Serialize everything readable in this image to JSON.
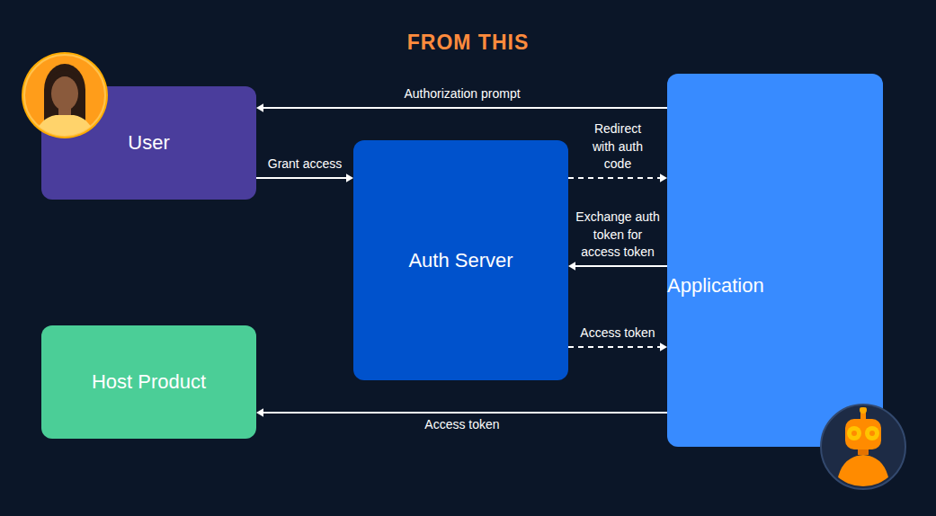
{
  "diagram": {
    "title": "FROM THIS",
    "nodes": [
      {
        "text": [
          "User"
        ]
      },
      {
        "text": [
          "Auth Server"
        ]
      },
      {
        "text": [
          "Application"
        ]
      },
      {
        "text": [
          "Host Product"
        ]
      }
    ],
    "edges": [
      {
        "from": 2,
        "to": 0,
        "arrow": "to",
        "label": "Authorization prompt"
      },
      {
        "from": 0,
        "to": 1,
        "arrow": "to",
        "label": "Grant access"
      },
      {
        "from": 1,
        "to": 2,
        "arrow": "to",
        "label": "Redirect with auth code"
      },
      {
        "from": 2,
        "to": 1,
        "arrow": "to",
        "label": "Exchange auth token for access token"
      },
      {
        "from": 1,
        "to": 2,
        "arrow": "to",
        "label": "Access token"
      },
      {
        "from": 2,
        "to": 3,
        "arrow": "to",
        "label": "Access token"
      }
    ]
  }
}
